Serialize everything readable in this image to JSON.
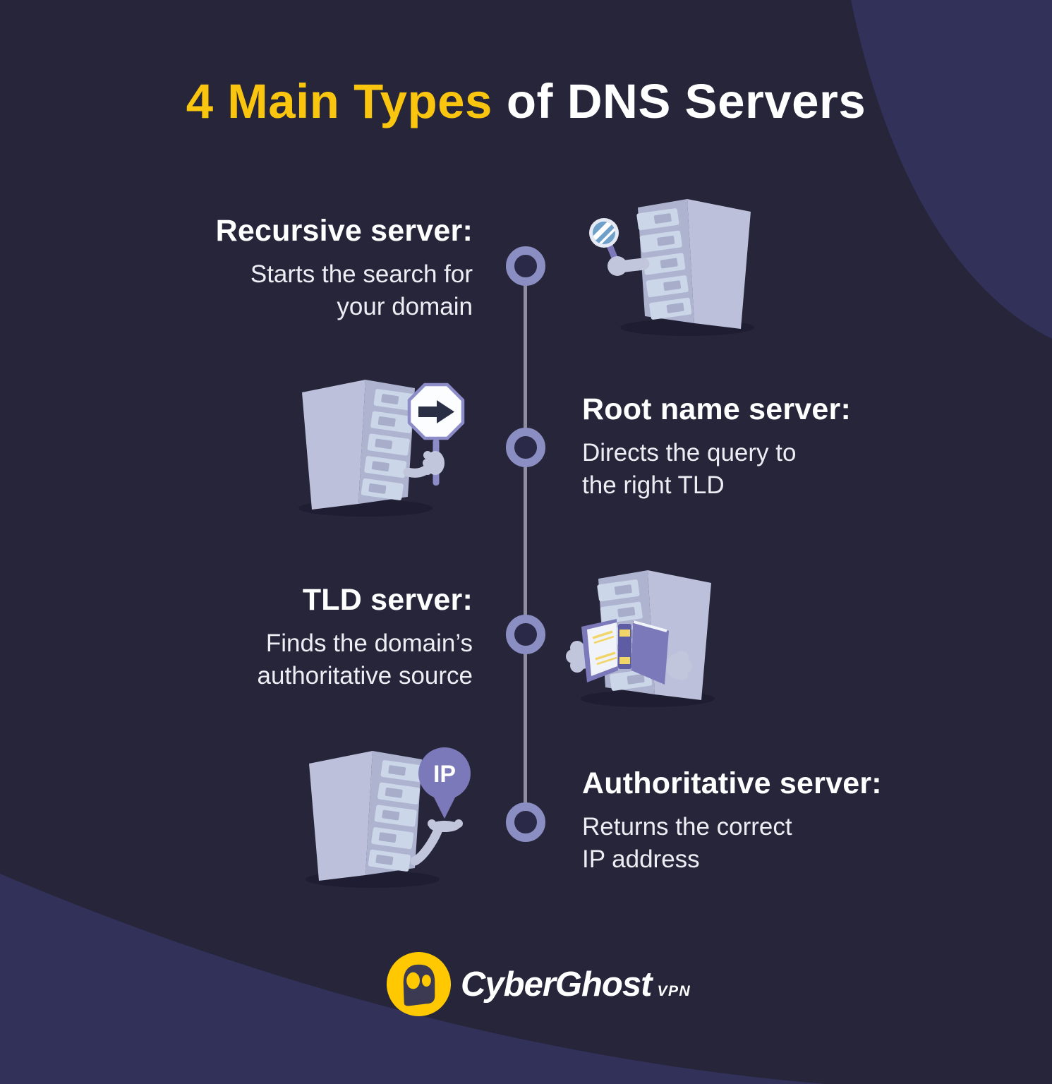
{
  "title": {
    "highlight": "4 Main Types",
    "rest": "of DNS Servers"
  },
  "sections": [
    {
      "id": "recursive",
      "heading": "Recursive server:",
      "body_lines": [
        "Starts the search for",
        "your domain"
      ],
      "icon": "server-with-magnifying-glass"
    },
    {
      "id": "root-name",
      "heading": "Root name server:",
      "body_lines": [
        "Directs the query to",
        "the right TLD"
      ],
      "icon": "server-with-direction-sign"
    },
    {
      "id": "tld",
      "heading": "TLD server:",
      "body_lines": [
        "Finds the domain’s",
        "authoritative source"
      ],
      "icon": "server-reading-book"
    },
    {
      "id": "authoritative",
      "heading": "Authoritative server:",
      "body_lines": [
        "Returns the correct",
        "IP address"
      ],
      "icon": "server-holding-ip-pin",
      "pin_label": "IP"
    }
  ],
  "footer": {
    "brand": "CyberGhost",
    "suffix": "VPN",
    "logo": "cyberghost-ghost-icon"
  },
  "colors": {
    "background_dark": "#262539",
    "background_light": "#32315A",
    "title_yellow": "#FAC50F",
    "heading_white": "#FFFFFF",
    "body_text": "#EDEEF4",
    "timeline_ring": "#8B8EC2",
    "timeline_fill": "#2A2947",
    "timeline_line": "#8D8FA0",
    "server_front": "#AEB3CF",
    "server_side": "#BCC0DA",
    "server_slot": "#CBD7E9",
    "accent_purple": "#7B79BA",
    "sign_pole": "#8C8CC8",
    "lens_blue": "#6FA0CA",
    "stripe_yellow": "#F2D568",
    "brand_yellow": "#FFC800"
  }
}
